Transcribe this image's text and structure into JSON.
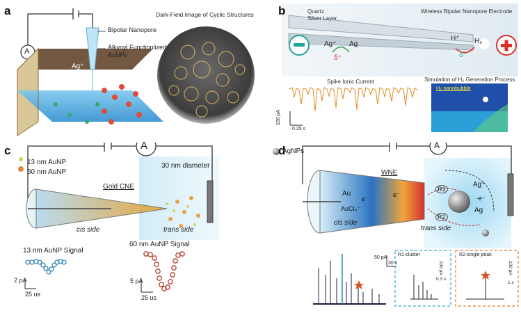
{
  "panel_a": {
    "label": "a",
    "ammeter": "A",
    "nanopore_label": "Bipolar Nanopore",
    "alkynyl_label": "Alkynyl Functionlized\nAuNPs",
    "ag_label": "Ag⁺",
    "darkfield_title": "Dark-Field Image of Cyclic Structures"
  },
  "panel_b": {
    "label": "b",
    "quartz": "Quartz",
    "silver": "Silver Layer",
    "title": "Wireless Bipolar Nanopore Electrode",
    "ag_plus": "Ag⁺",
    "ag": "Ag",
    "h_plus": "H⁺",
    "h2": "H₂",
    "delta_plus": "δ⁺",
    "delta_minus": "δ⁻",
    "spike_title": "Spike Ionic Current",
    "sim_title": "Simulation of H₂ Generation Process",
    "nanobubble": "H₂ nanobubble",
    "scale_y": "100 pA",
    "scale_x": "0.25 s",
    "colors": {
      "orange": "#e8891e",
      "minus": "#1fa59a",
      "plus": "#d9302b"
    }
  },
  "panel_c": {
    "label": "c",
    "ammeter": "A",
    "legend_13": "13 nm AuNP",
    "legend_60": "60 nm AuNP",
    "diameter": "30 nm diameter",
    "gold_cne": "Gold CNE",
    "cis": "cis side",
    "trans": "trans side",
    "signal_13_title": "13 nm AuNP Signal",
    "signal_60_title": "60 nm AuNP Signal",
    "sig13_y": "2 pA",
    "sig13_x": "25 us",
    "sig60_y": "5 pA",
    "sig60_x": "25 us"
  },
  "panel_d": {
    "label": "d",
    "legend": "AgNPs",
    "ammeter": "A",
    "wne": "WNE",
    "au": "Au",
    "aucl": "AuCl₄⁻",
    "e1": "e⁻",
    "e2": "e⁻",
    "r1": "R1",
    "r2": "R2",
    "agplus": "Ag⁺",
    "eminus": "-e⁻",
    "ag": "Ag",
    "cis": "cis side",
    "trans": "trans side",
    "scale_main_y": "50 pA",
    "scale_main_x": "30 s",
    "inset1_title": "R1-cluster",
    "inset1_y": "100 pA",
    "inset1_x": "0.3 s",
    "inset2_title": "R2-single peak",
    "inset2_y": "100 pA",
    "inset2_x": "1 s"
  }
}
